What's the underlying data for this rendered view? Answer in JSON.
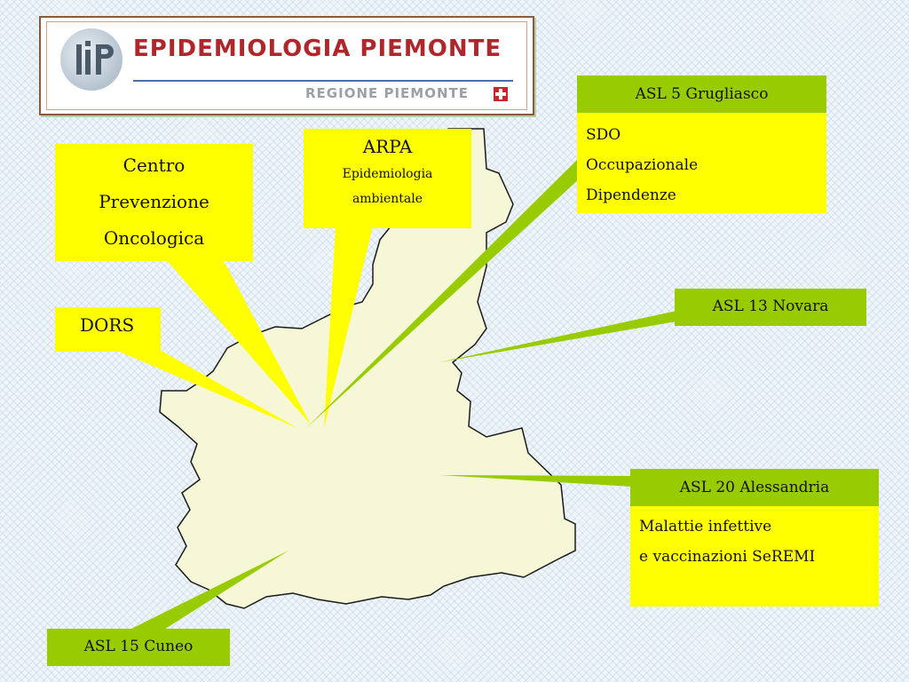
{
  "logo": {
    "title": "EPIDEMIOLOGIA PIEMONTE",
    "subtitle": "REGIONE PIEMONTE"
  },
  "boxes": {
    "asl5": {
      "title": "ASL 5 Grugliasco",
      "items": [
        "SDO",
        "Occupazionale",
        "Dipendenze"
      ]
    },
    "arpa": {
      "title": "ARPA",
      "line1": "Epidemiologia",
      "line2": "ambientale"
    },
    "cpo": {
      "line1": "Centro",
      "line2": "Prevenzione",
      "line3": "Oncologica"
    },
    "dors": {
      "label": "DORS"
    },
    "asl13": {
      "label": "ASL 13 Novara"
    },
    "asl20": {
      "title": "ASL 20 Alessandria",
      "line1": "Malattie infettive",
      "line2": "e vaccinazioni SeREMI"
    },
    "asl15": {
      "label": "ASL 15 Cuneo"
    }
  },
  "colors": {
    "yellow": "#ffff00",
    "green": "#99cc00",
    "region_fill": "#f5f7d6"
  }
}
